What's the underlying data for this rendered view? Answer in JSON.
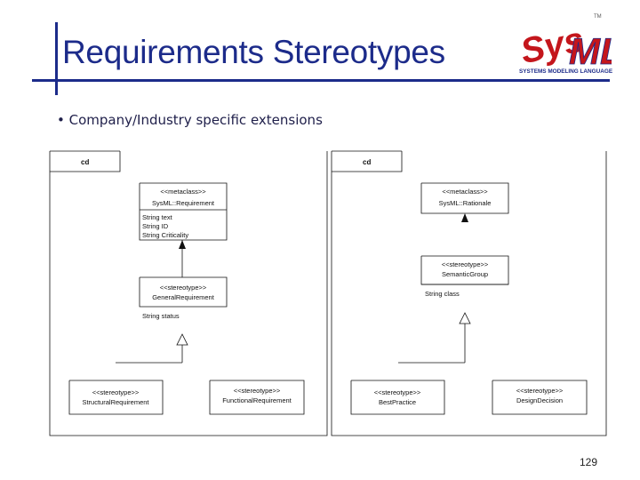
{
  "slide": {
    "title": "Requirements Stereotypes",
    "bullet": "• Company/Industry specific extensions",
    "page_number": "129"
  },
  "logo": {
    "word_sys": "Sys",
    "word_ml": "ML",
    "tagline": "SYSTEMS MODELING LANGUAGE",
    "trademark": "TM"
  },
  "left_diagram": {
    "frame_label": "cd",
    "metaclass": {
      "stereotype": "<<metaclass>>",
      "name": "SysML::Requirement",
      "attributes": [
        "String text",
        "String ID",
        "String Criticality"
      ]
    },
    "general": {
      "stereotype": "<<stereotype>>",
      "name": "GeneralRequirement",
      "attributes": [
        "String status"
      ]
    },
    "children": [
      {
        "stereotype": "<<stereotype>>",
        "name": "StructuralRequirement"
      },
      {
        "stereotype": "<<stereotype>>",
        "name": "FunctionalRequirement"
      }
    ]
  },
  "right_diagram": {
    "frame_label": "cd",
    "metaclass": {
      "stereotype": "<<metaclass>>",
      "name": "SysML::Rationale"
    },
    "group": {
      "stereotype": "<<stereotype>>",
      "name": "SemanticGroup",
      "attributes": [
        "String class"
      ]
    },
    "children": [
      {
        "stereotype": "<<stereotype>>",
        "name": "BestPractice"
      },
      {
        "stereotype": "<<stereotype>>",
        "name": "DesignDecision"
      }
    ]
  },
  "colors": {
    "title": "#1c2b8a",
    "logo_red": "#c4161c",
    "logo_blue": "#1c2b8a",
    "diagram_line": "#111111"
  }
}
